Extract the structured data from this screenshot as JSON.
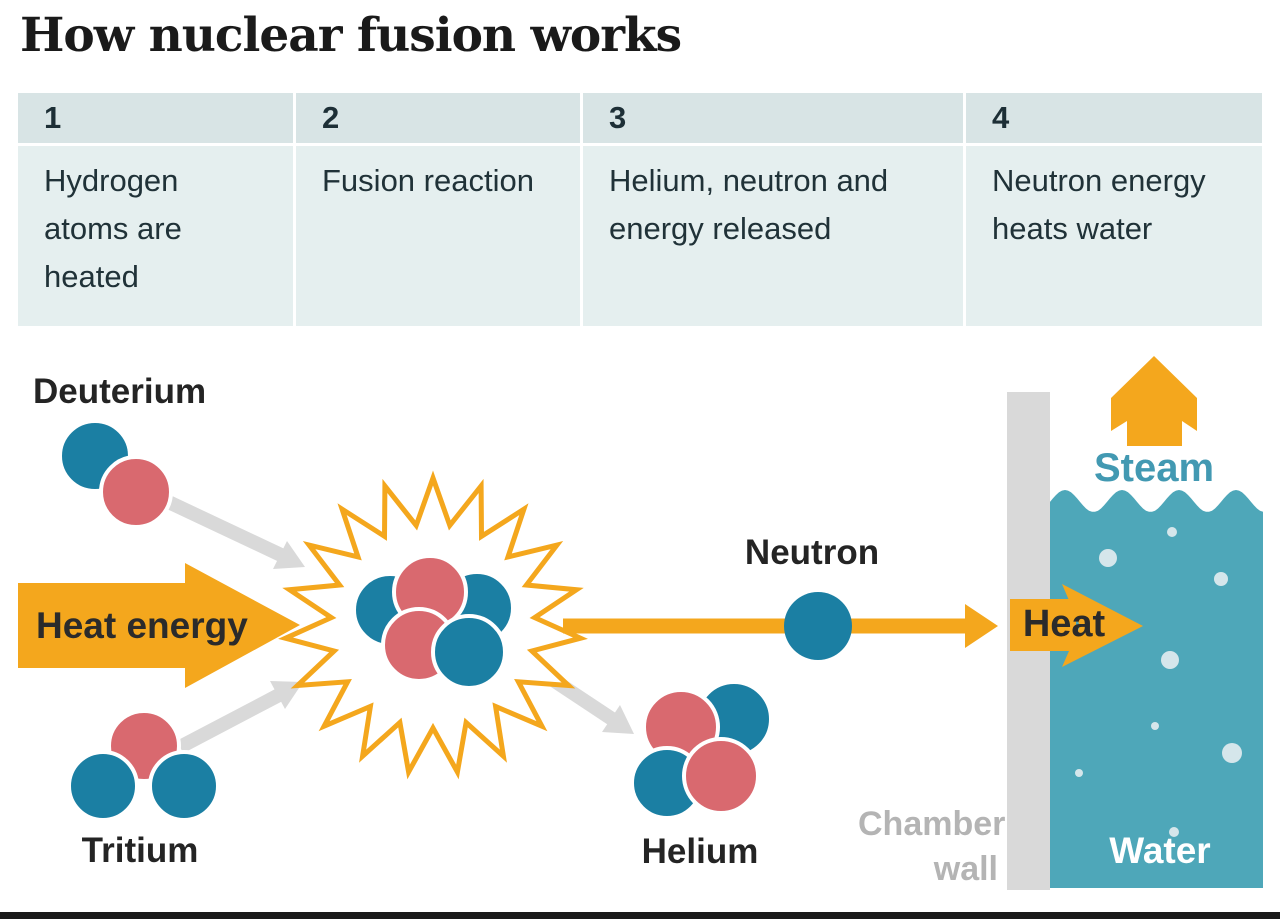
{
  "title": "How nuclear fusion works",
  "steps": [
    {
      "number": "1",
      "text": "Hydrogen atoms are heated"
    },
    {
      "number": "2",
      "text": "Fusion reaction"
    },
    {
      "number": "3",
      "text": "Helium, neutron and energy released"
    },
    {
      "number": "4",
      "text": "Neutron energy heats water"
    }
  ],
  "labels": {
    "deuterium": "Deuterium",
    "tritium": "Tritium",
    "heat_energy": "Heat energy",
    "neutron": "Neutron",
    "helium": "Helium",
    "chamber_wall": "Chamber wall",
    "heat": "Heat",
    "steam": "Steam",
    "water": "Water"
  },
  "colors": {
    "orange": "#F4A71D",
    "blue": "#1B7FA3",
    "red": "#D9696F",
    "water": "#4EA7B9",
    "steam-text": "#4299B2",
    "gray": "#D9D9D9",
    "bubble": "#D5E6EB",
    "header-bg": "#D8E4E5",
    "body-bg": "#E5EFEF",
    "chamber-text": "#B4B4B4",
    "bar": "#1A1A1A"
  }
}
